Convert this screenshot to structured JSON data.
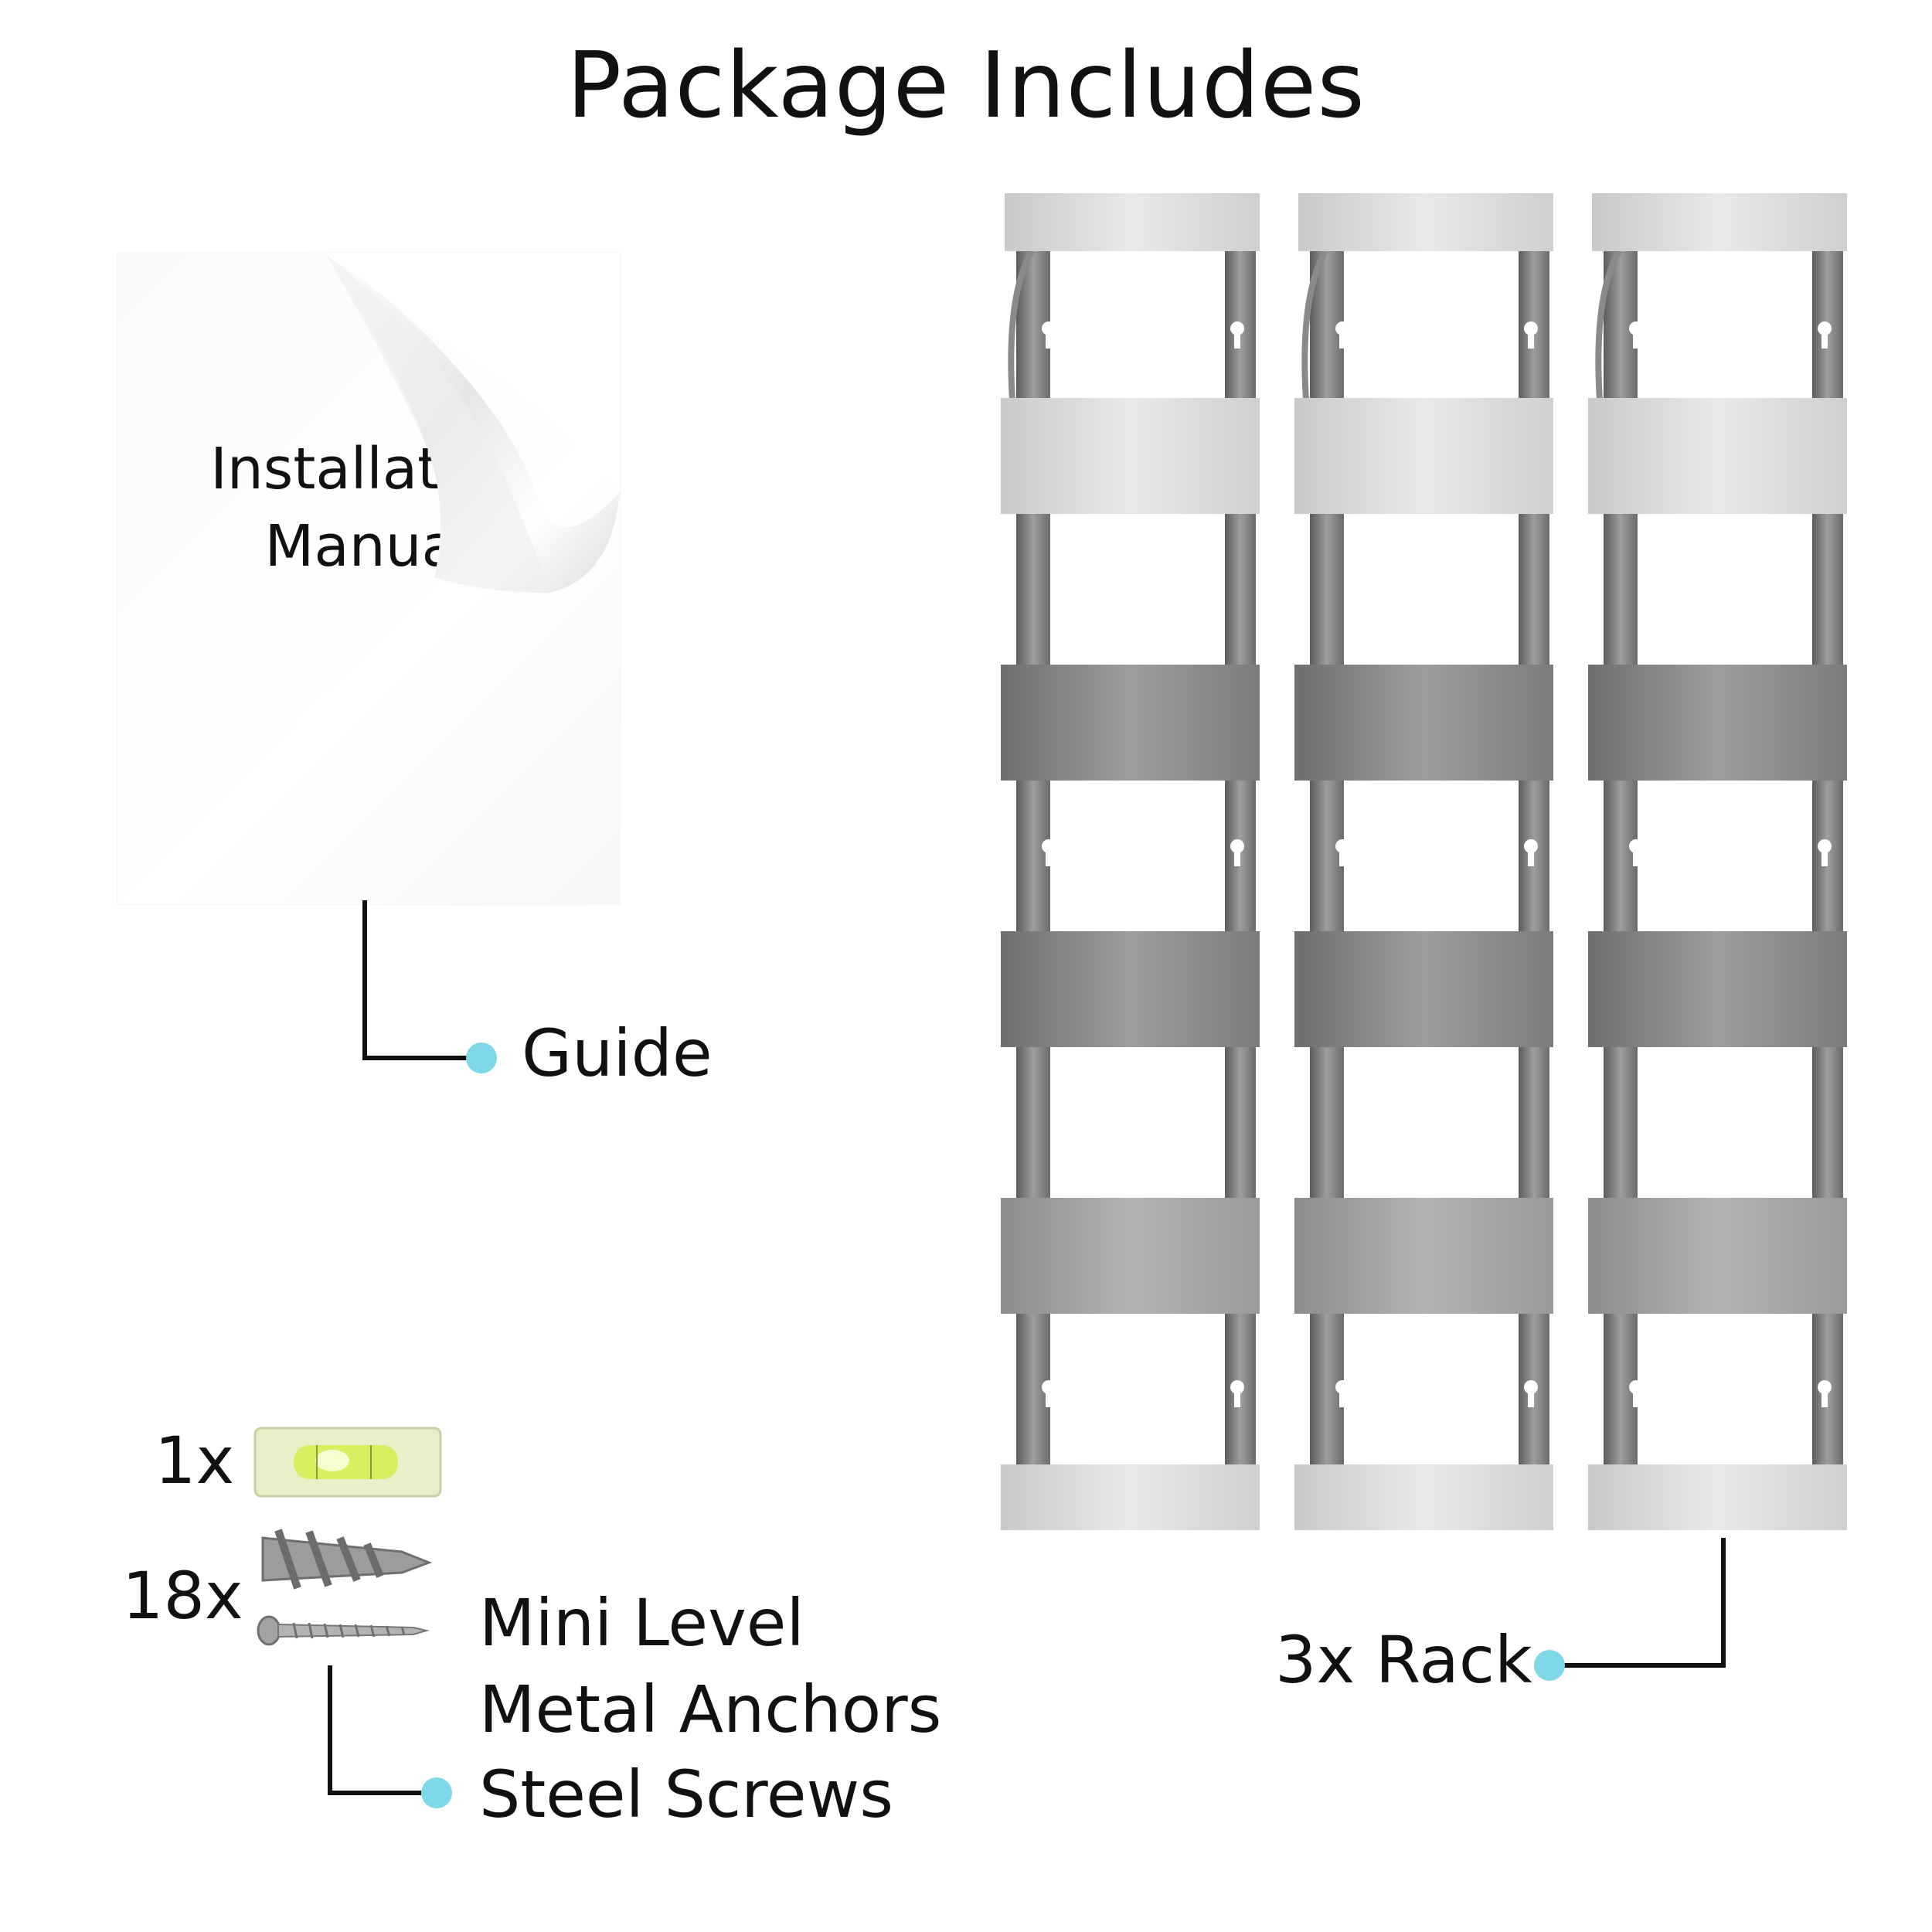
{
  "title": "Package Includes",
  "manual": {
    "line1": "Installation",
    "line2": "Manual"
  },
  "labels": {
    "guide": "Guide",
    "level_qty": "1x",
    "anchor_qty": "18x",
    "mini_level": "Mini Level",
    "metal_anchors": "Metal Anchors",
    "steel_screws": "Steel Screws",
    "racks": "3x Rack"
  },
  "colors": {
    "accent_dot": "#7ed8e8",
    "leader_line": "#111111",
    "level_liquid": "#d8f060"
  },
  "icons": {
    "manual": "document-page-curl",
    "level": "bubble-level-icon",
    "anchor": "drywall-anchor-icon",
    "screw": "screw-icon"
  }
}
